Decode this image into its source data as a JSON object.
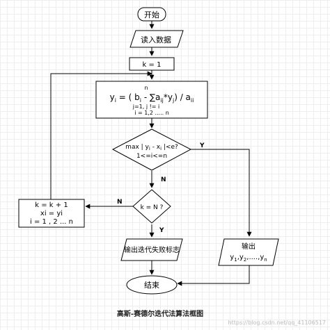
{
  "diagram": {
    "start": "开始",
    "read": "读入数据",
    "init": "k = 1",
    "formula": {
      "top": "n",
      "main_prefix": "y",
      "main_i": "i",
      "main_mid": " = ( b",
      "main_i2": "i",
      "main_minus": " - ∑a",
      "main_ij": "ij",
      "main_times": "*y",
      "main_j": "j",
      "main_close": ") / a",
      "main_ii": "ii",
      "sub1": "j=1, j != i",
      "sub2": "i = 1,2 ..... n"
    },
    "decision1": {
      "line1": "max | y",
      "line1_i": "i",
      "line1_mid": " - x",
      "line1_i2": "i",
      "line1_end": " |<e?",
      "line2": "1<=i<=n"
    },
    "decision2": "k = N ?",
    "update": {
      "line1": "k = k + 1",
      "line2": "xi = yi",
      "line3": "i = 1 , 2 ... n"
    },
    "fail": "输出迭代失败标志",
    "output": {
      "line1": "输出",
      "line2_y1": "y",
      "line2_s1": "1",
      "line2_sep1": ",y",
      "line2_s2": "2",
      "line2_sep2": ",....,y",
      "line2_sn": "n"
    },
    "end": "结束",
    "labels": {
      "yes1": "Y",
      "no1": "N",
      "no2": "N",
      "yes2": "Y"
    }
  },
  "caption": "高斯-赛德尔迭代法算法框图",
  "watermark": "https://blog.csdn.net/qq_41106517"
}
